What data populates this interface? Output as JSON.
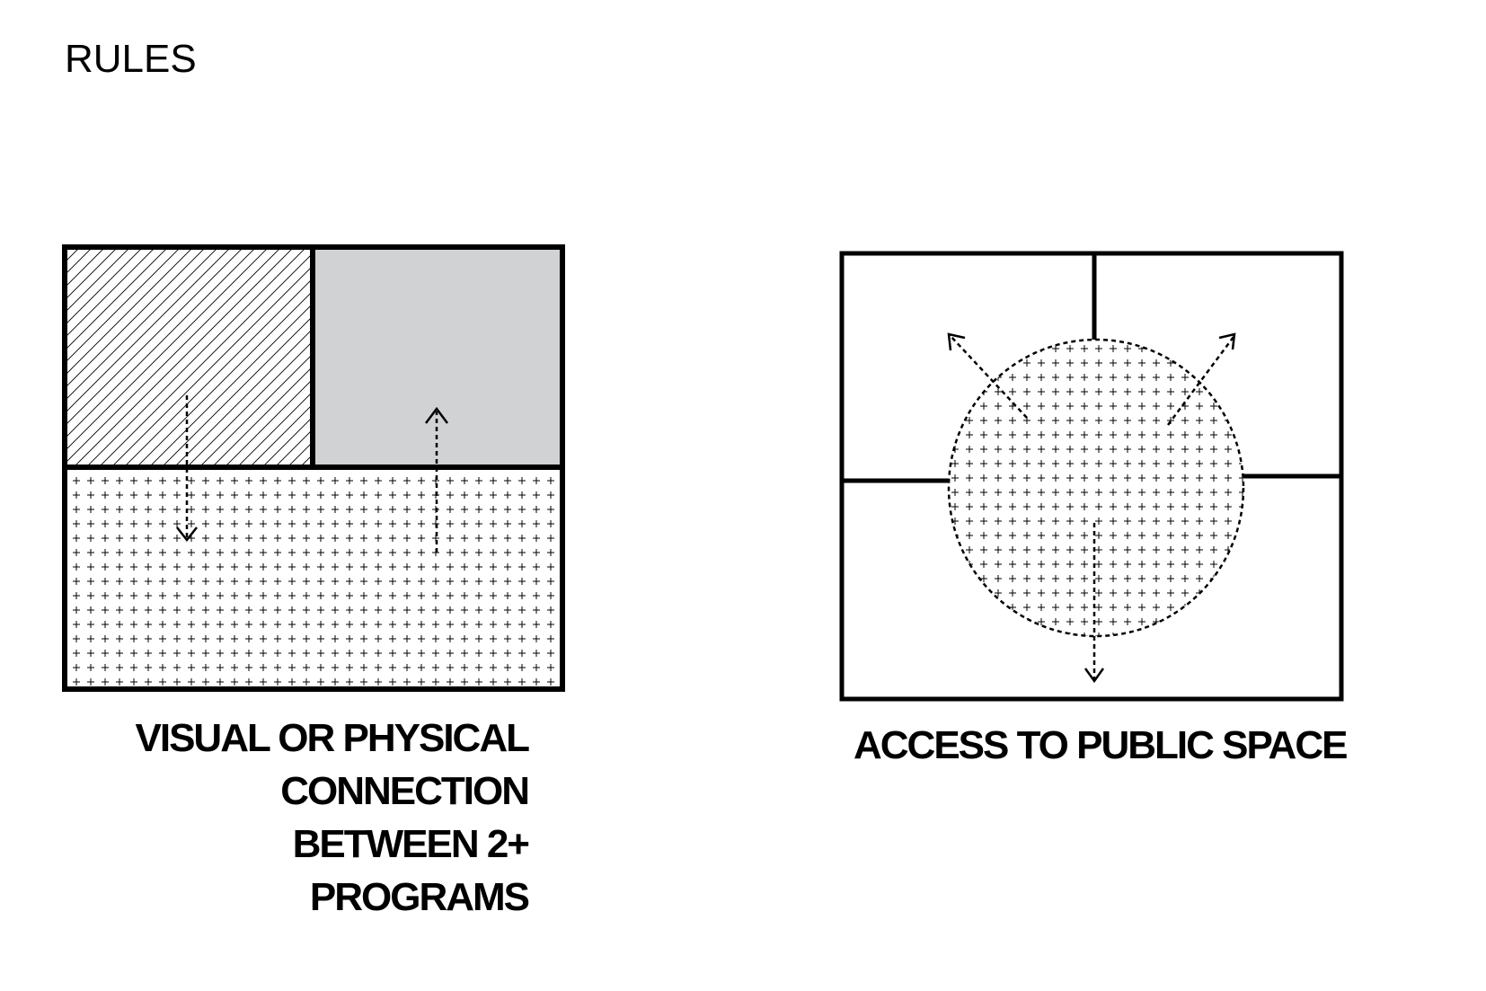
{
  "page": {
    "title": "RULES"
  },
  "rules": [
    {
      "caption_lines": [
        "VISUAL OR PHYSICAL",
        "CONNECTION",
        "BETWEEN 2+",
        "PROGRAMS"
      ]
    },
    {
      "caption": "ACCESS TO PUBLIC SPACE"
    }
  ],
  "colors": {
    "line": "#000000",
    "gray_fill": "#d1d2d4",
    "background": "#ffffff"
  },
  "icons": {
    "connection_arrow_down": "dashed-arrow-down-icon",
    "connection_arrow_up": "dashed-arrow-up-icon",
    "access_arrows": "dashed-arrow-outward-icon"
  }
}
